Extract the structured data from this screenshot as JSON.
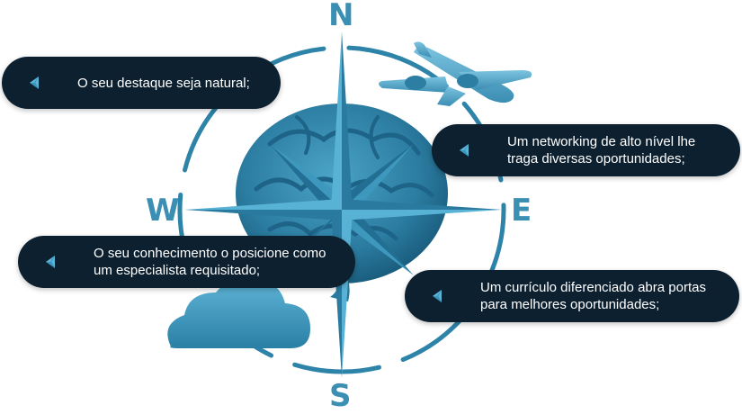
{
  "compass": {
    "north": "N",
    "south": "S",
    "east": "E",
    "west": "W"
  },
  "items": [
    {
      "label": "O seu destaque seja natural;",
      "icon": "compass-icon"
    },
    {
      "label": "Um networking de alto nível lhe traga diversas oportunidades;",
      "icon": "compass-icon"
    },
    {
      "label": "O seu conhecimento o posicione como um especialista requisitado;",
      "icon": "compass-icon"
    },
    {
      "label": "Um currículo diferenciado abra portas para melhores oportunidades;",
      "icon": "compass-icon"
    }
  ],
  "colors": {
    "accent": "#3b8fb3",
    "pill": "#0d2030",
    "text": "#ffffff"
  }
}
